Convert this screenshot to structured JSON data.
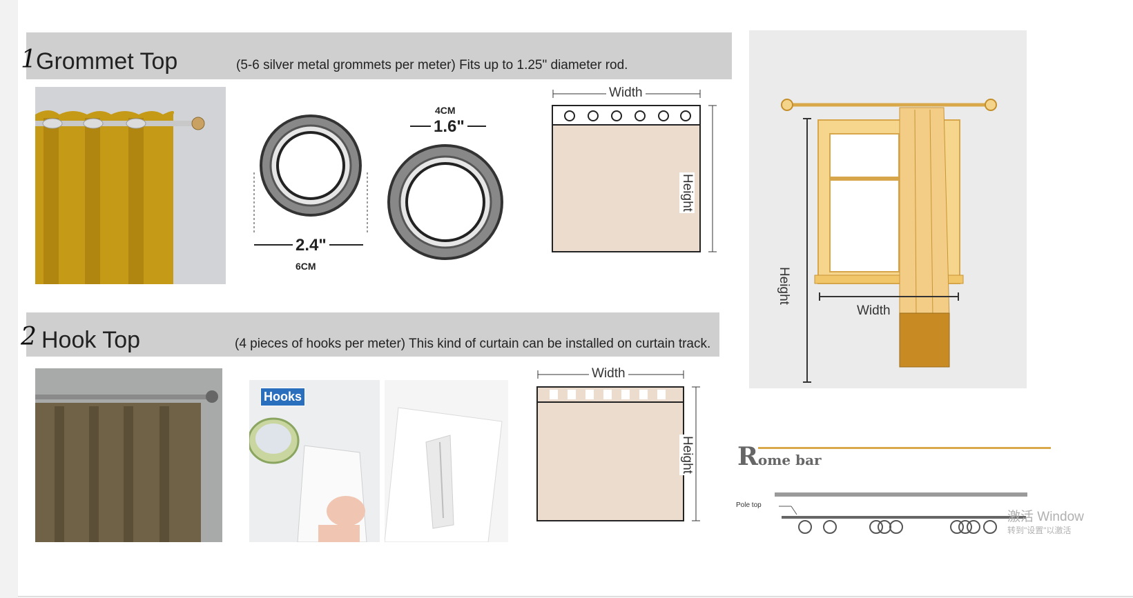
{
  "grommet": {
    "number": "1",
    "title": "Grommet Top",
    "note": "(5-6 silver metal grommets per meter) Fits up to 1.25\" diameter rod.",
    "outer_size_in": "2.4\"",
    "outer_size_cm": "6CM",
    "inner_size_in": "1.6\"",
    "inner_size_cm": "4CM",
    "width_label": "Width",
    "height_label": "Height"
  },
  "hook": {
    "number": "2",
    "title": "Hook Top",
    "note": "(4 pieces of hooks per meter) This kind of curtain can be installed on curtain track.",
    "hooks_badge": "Hooks",
    "width_label": "Width",
    "height_label": "Height"
  },
  "window_diagram": {
    "width_label": "Width",
    "height_label": "Height"
  },
  "rome_bar": {
    "title_initial": "R",
    "title_rest": "ome bar",
    "pole_top_label": "Pole top"
  },
  "watermark": {
    "line1": "激活 Window",
    "line2": "转到\"设置\"以激活"
  },
  "colors": {
    "banner_gray": "#cfcfcf",
    "mustard": "#c49a17",
    "olive": "#6f6247",
    "beige": "#ecdccd",
    "gold": "#d9a84a"
  }
}
